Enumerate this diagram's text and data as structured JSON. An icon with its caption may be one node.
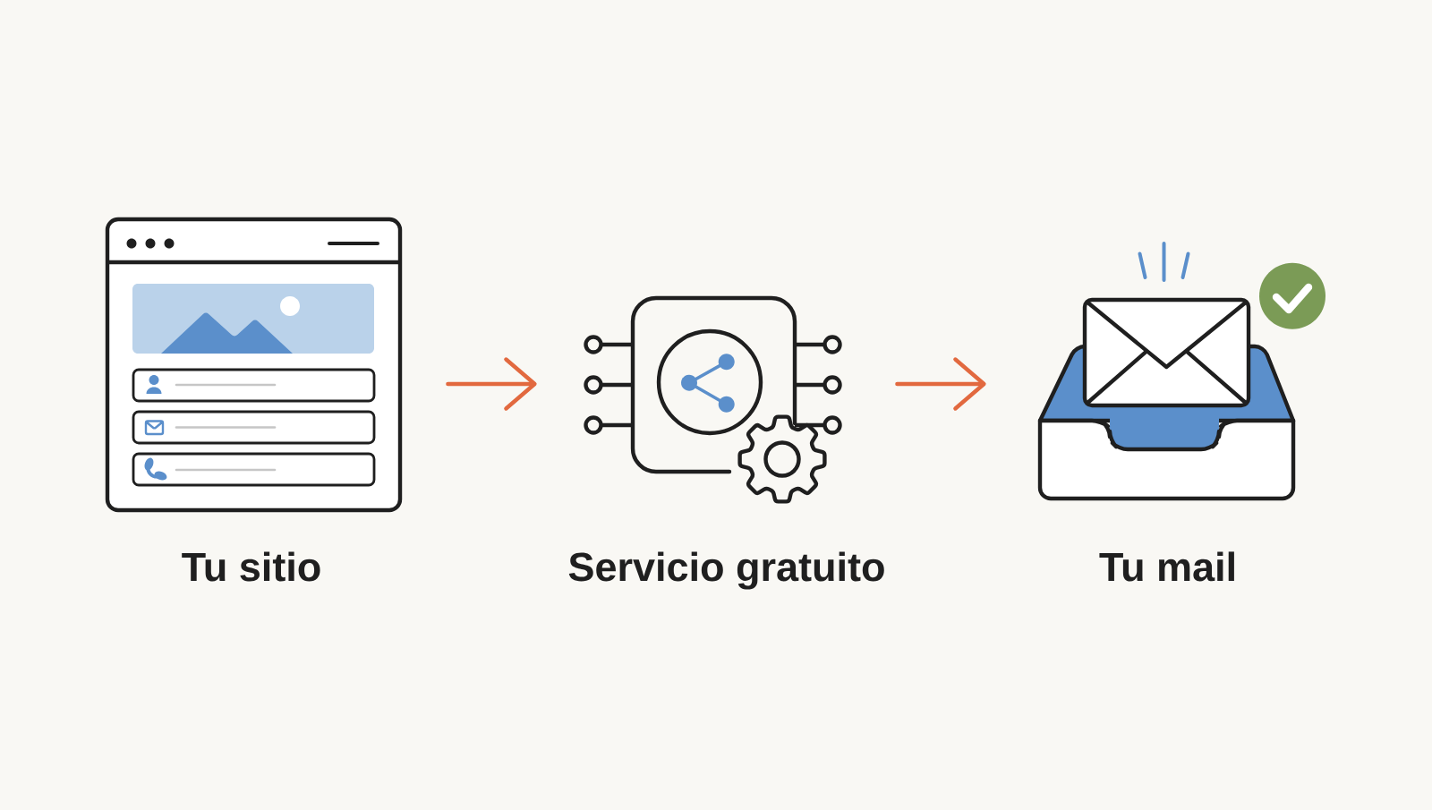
{
  "diagram": {
    "nodes": [
      {
        "text": [],
        "shape": "picture",
        "beside": [
          "Tu sitio"
        ]
      },
      {
        "text": [],
        "shape": "picture",
        "beside": [
          "Servicio gratuito"
        ]
      },
      {
        "text": [],
        "shape": "picture",
        "beside": [
          "Tu mail"
        ]
      }
    ],
    "edges": [
      {
        "from": 0,
        "to": 1,
        "arrow": "to"
      },
      {
        "from": 1,
        "to": 2,
        "arrow": "to"
      }
    ]
  }
}
